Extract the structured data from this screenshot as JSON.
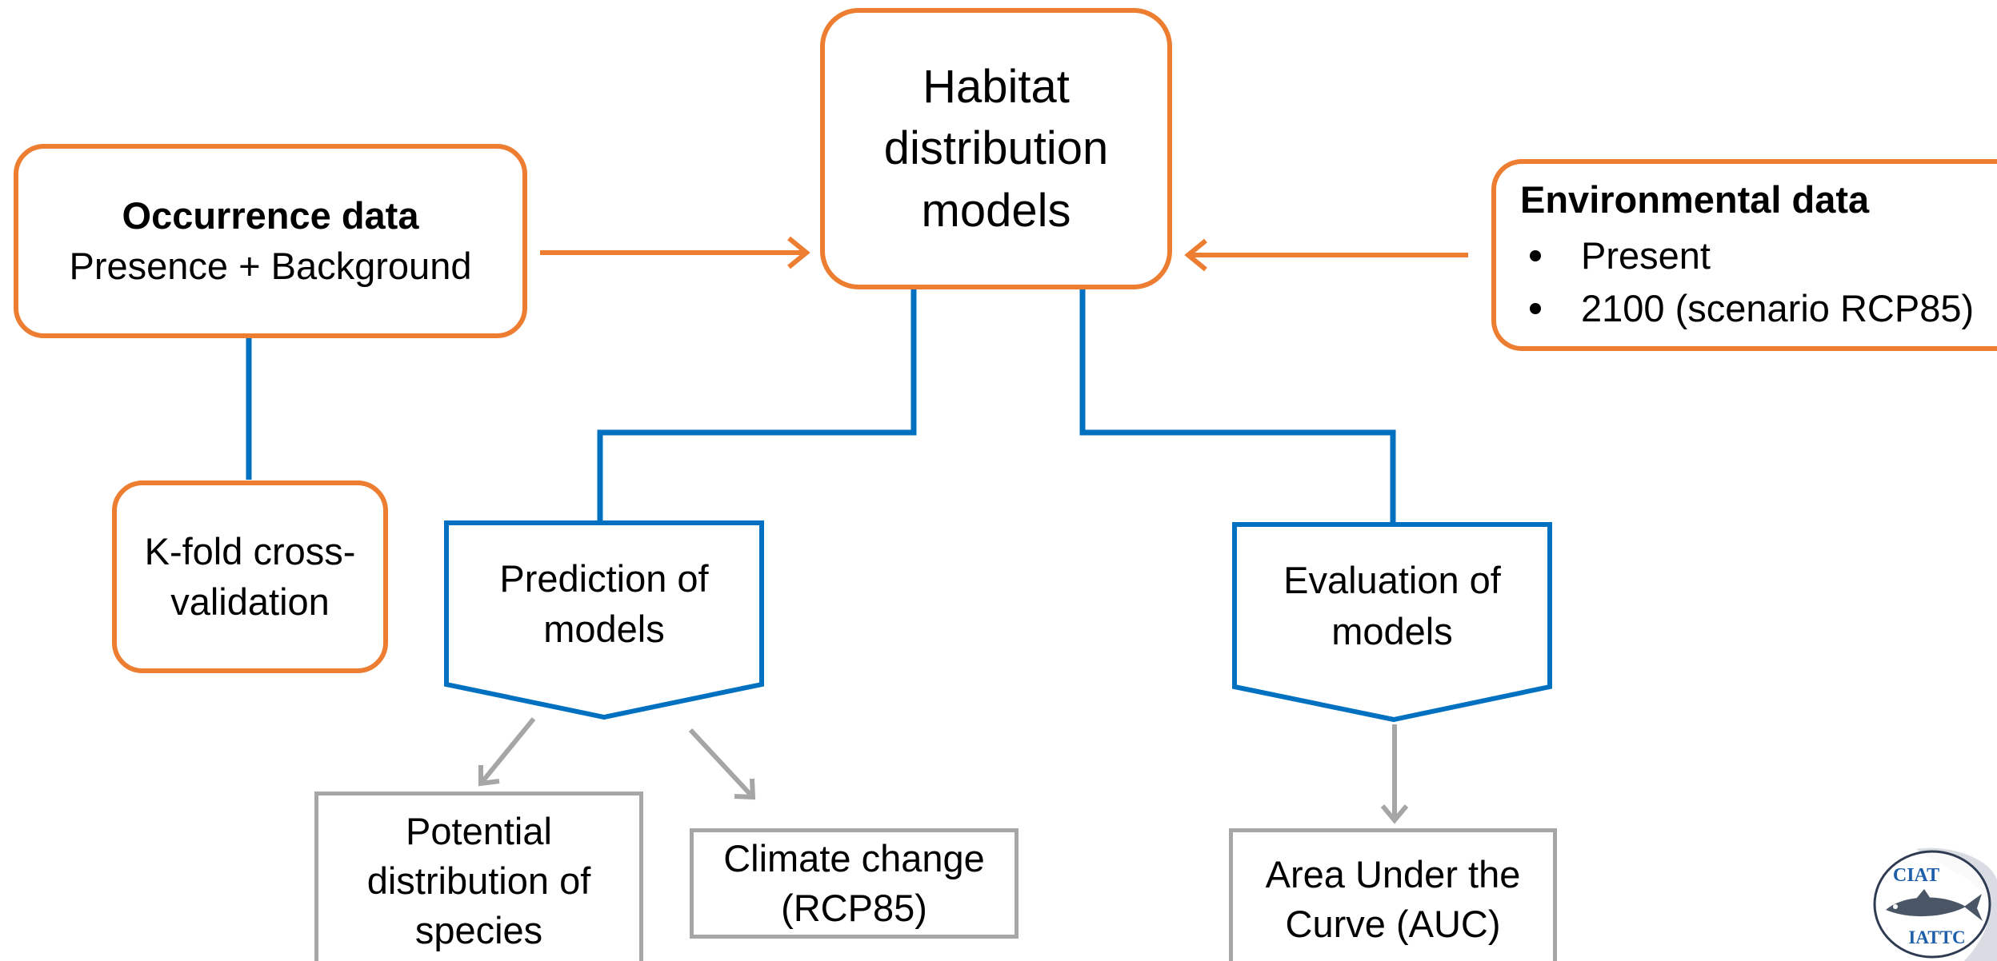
{
  "nodes": {
    "center": {
      "lines": [
        "Habitat",
        "distribution",
        "models"
      ]
    },
    "occurrence": {
      "title": "Occurrence data",
      "subtitle": "Presence + Background"
    },
    "environmental": {
      "title": "Environmental data",
      "bullets": [
        "Present",
        "2100 (scenario RCP85)"
      ]
    },
    "kfold": {
      "lines": [
        "K-fold cross-",
        "validation"
      ]
    },
    "prediction": {
      "lines": [
        "Prediction of",
        "models"
      ]
    },
    "evaluation": {
      "lines": [
        "Evaluation of",
        "models"
      ]
    },
    "potential": {
      "lines": [
        "Potential",
        "distribution of",
        "species"
      ]
    },
    "climate": {
      "lines": [
        "Climate change",
        "(RCP85)"
      ]
    },
    "auc": {
      "lines": [
        "Area Under the",
        "Curve (AUC)"
      ]
    }
  },
  "logo": {
    "top_text": "CIAT",
    "bottom_text": "IATTC"
  },
  "colors": {
    "orange": "#ED7D31",
    "blue": "#0070C0",
    "gray": "#A6A6A6"
  }
}
